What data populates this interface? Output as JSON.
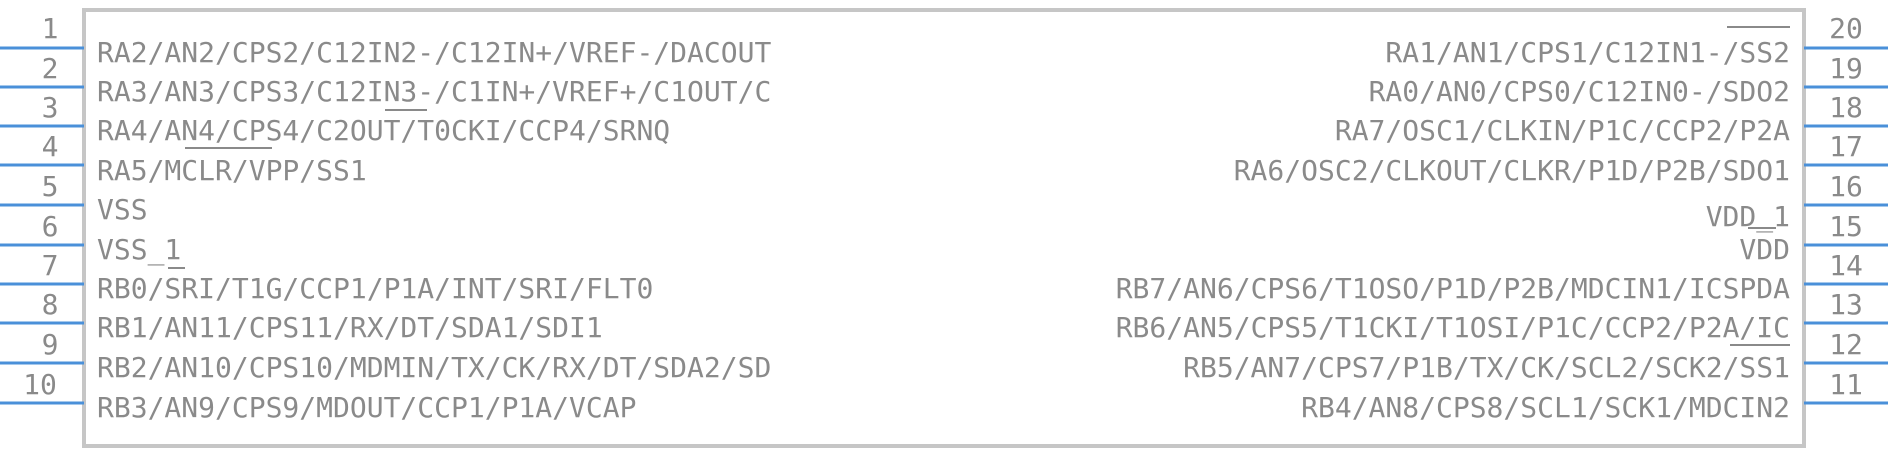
{
  "component": {
    "left_pins": [
      {
        "num": "1",
        "label": "RA2/AN2/CPS2/C12IN2-/C12IN+/VREF-/DACOUT"
      },
      {
        "num": "2",
        "label": "RA3/AN3/CPS3/C12IN3-/C1IN+/VREF+/C1OUT/C"
      },
      {
        "num": "3",
        "label": "RA4/AN4/CPS4/C2OUT/T0CKI/CCP4/SRNQ"
      },
      {
        "num": "4",
        "label": "RA5/MCLR/VPP/SS1"
      },
      {
        "num": "5",
        "label": "VSS"
      },
      {
        "num": "6",
        "label": "VSS_1"
      },
      {
        "num": "7",
        "label": "RB0/SRI/T1G/CCP1/P1A/INT/SRI/FLT0"
      },
      {
        "num": "8",
        "label": "RB1/AN11/CPS11/RX/DT/SDA1/SDI1"
      },
      {
        "num": "9",
        "label": "RB2/AN10/CPS10/MDMIN/TX/CK/RX/DT/SDA2/SD"
      },
      {
        "num": "10",
        "label": "RB3/AN9/CPS9/MDOUT/CCP1/P1A/VCAP"
      }
    ],
    "right_pins": [
      {
        "num": "20",
        "label": "RA1/AN1/CPS1/C12IN1-/SS2"
      },
      {
        "num": "19",
        "label": "RA0/AN0/CPS0/C12IN0-/SDO2"
      },
      {
        "num": "18",
        "label": "RA7/OSC1/CLKIN/P1C/CCP2/P2A"
      },
      {
        "num": "17",
        "label": "RA6/OSC2/CLKOUT/CLKR/P1D/P2B/SDO1"
      },
      {
        "num": "16",
        "label": "VDD_1"
      },
      {
        "num": "15",
        "label": "VDD"
      },
      {
        "num": "14",
        "label": "RB7/AN6/CPS6/T1OSO/P1D/P2B/MDCIN1/ICSPDA"
      },
      {
        "num": "13",
        "label": "RB6/AN5/CPS5/T1CKI/T1OSI/P1C/CCP2/P2A/IC"
      },
      {
        "num": "12",
        "label": "RB5/AN7/CPS7/P1B/TX/CK/SCL2/SCK2/SS1"
      },
      {
        "num": "11",
        "label": "RB4/AN8/CPS8/SCL1/SCK1/MDCIN2"
      }
    ],
    "colors": {
      "pin": "#4a90d9",
      "outline": "#c6c6c6",
      "text": "#8a8a8a"
    }
  }
}
